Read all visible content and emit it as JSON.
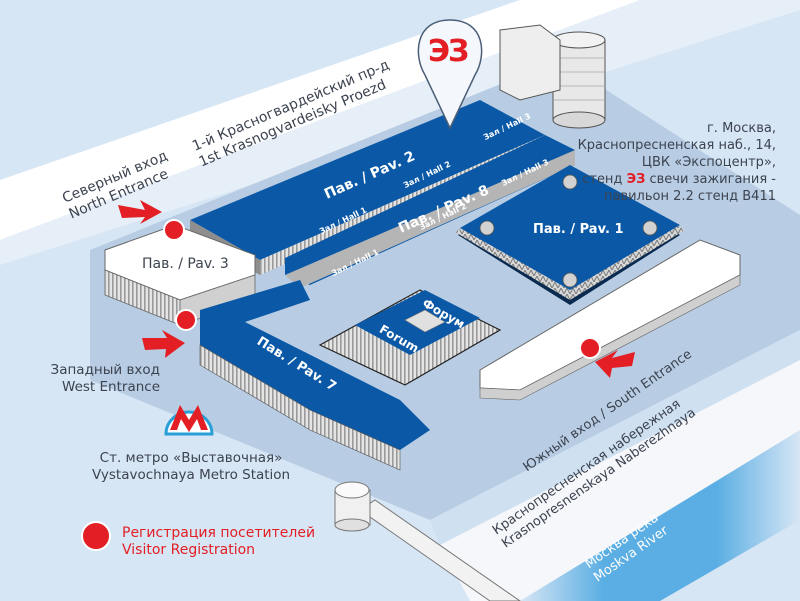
{
  "map": {
    "title": "Expocentre venue map",
    "colors": {
      "background": "#d7e6f5",
      "pavilion_blue": "#0b59a6",
      "registration_red": "#e31e24",
      "road_white": "#ffffff",
      "river_blue": "#5aaee3",
      "text_gray": "#3c4350"
    },
    "brand_logo": "ЭЗ",
    "roads": {
      "north_road_ru": "1-й Красногвардейский пр-д",
      "north_road_en": "1st Krasnogvardeisky Proezd",
      "embankment_ru": "Краснопресненская набережная",
      "embankment_en": "Krasnopresnenskaya Naberezhnaya",
      "river_ru": "Москва река",
      "river_en": "Moskva River"
    },
    "entrances": {
      "north_ru": "Северный вход",
      "north_en": "North Entrance",
      "west_ru": "Западный вход",
      "west_en": "West Entrance",
      "south": "Южный вход / South Entrance"
    },
    "pavilions": {
      "pav1": "Пав. / Pav. 1",
      "pav2": "Пав. / Pav. 2",
      "pav3": "Пав. / Pav. 3",
      "pav7": "Пав. / Pav. 7",
      "pav8": "Пав. / Pav. 8",
      "forum_ru": "Форум",
      "forum_en": "Forum"
    },
    "halls": {
      "pav2_hall1": "Зал / Hall 1",
      "pav2_hall2": "Зал / Hall 2",
      "pav2_hall3": "Зал / Hall 3",
      "pav8_hall1": "Зал / Hall 1",
      "pav8_hall2": "Зал / Hall 2",
      "pav8_hall3": "Зал / Hall 3"
    },
    "address": {
      "line1": "г. Москва,",
      "line2": "Краснопресненская наб., 14,",
      "line3": "ЦВК «Экспоцентр»,",
      "line4_prefix": "стенд",
      "line4_brand": "ЭЗ",
      "line4_suffix": "свечи зажигания  -",
      "line5": "павильон 2.2 стенд В411"
    },
    "metro": {
      "icon": "metro-m-icon",
      "name_ru": "Ст. метро «Выставочная»",
      "name_en": "Vystavochnaya Metro Station"
    },
    "legend": {
      "registration_ru": "Регистрация посетителей",
      "registration_en": "Visitor Registration"
    }
  }
}
